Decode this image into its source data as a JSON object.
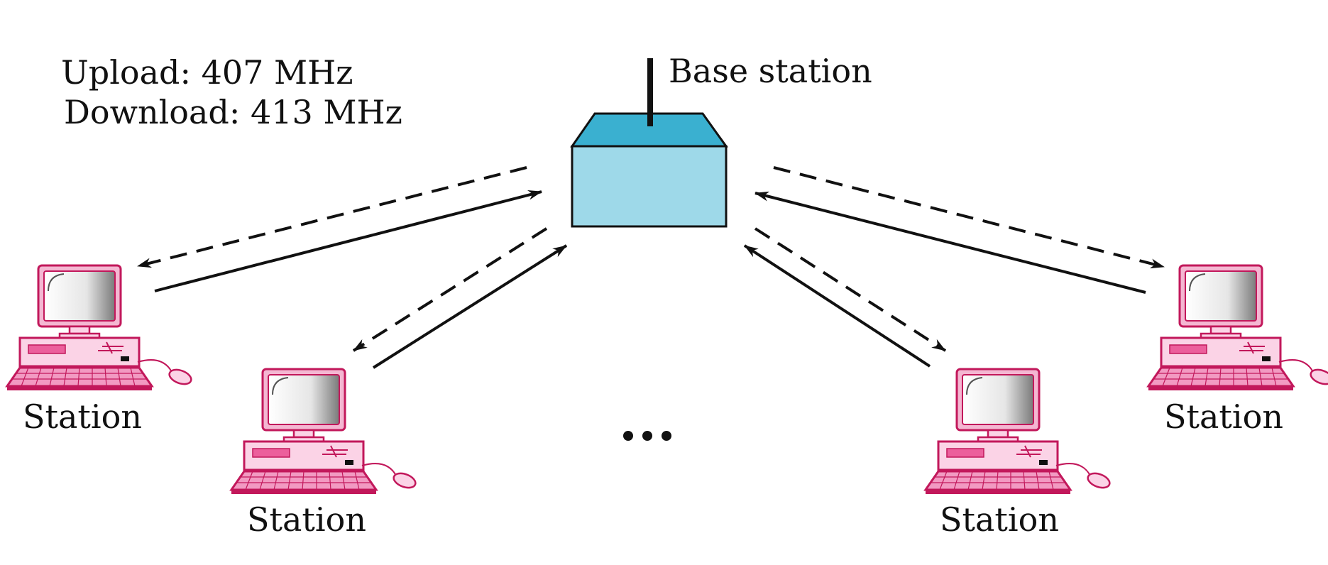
{
  "frequencies": {
    "upload": "Upload: 407 MHz",
    "download": "Download: 413 MHz"
  },
  "base_station": {
    "label": "Base station",
    "colors": {
      "top": "#3ab0d0",
      "front": "#9ed9e9",
      "outline": "#111111"
    }
  },
  "stations": [
    {
      "label": "Station"
    },
    {
      "label": "Station"
    },
    {
      "label": "Station"
    },
    {
      "label": "Station"
    }
  ],
  "ellipsis": "...",
  "colors": {
    "station_outline": "#c2185b",
    "station_body": "#fbd3e6",
    "station_accent": "#ec5f9c",
    "screen_light": "#ffffff",
    "screen_dark": "#888888",
    "link": "#111111"
  },
  "links": [
    {
      "from": "station-1",
      "upload": "solid",
      "download": "dashed"
    },
    {
      "from": "station-2",
      "upload": "solid",
      "download": "dashed"
    },
    {
      "from": "station-3",
      "upload": "solid",
      "download": "dashed"
    },
    {
      "from": "station-4",
      "upload": "solid",
      "download": "dashed"
    }
  ]
}
